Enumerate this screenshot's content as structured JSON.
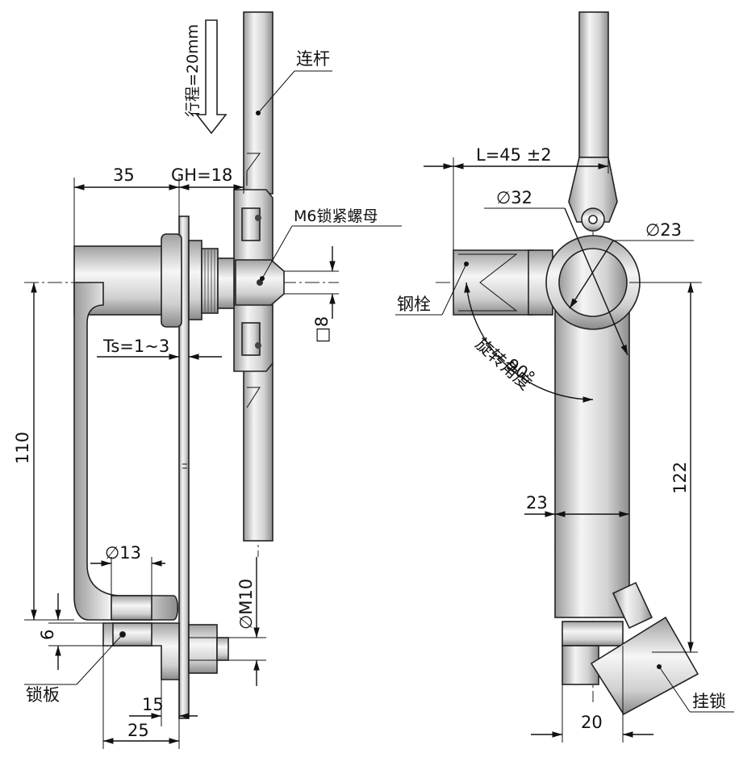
{
  "labels": {
    "stroke": "行程=20mm",
    "link_rod": "连杆",
    "nut": "M6锁紧螺母",
    "bolt": "钢栓",
    "rotation_angle": "旋转角度",
    "angle_value": "90°",
    "lock_plate": "锁板",
    "padlock": "挂锁"
  },
  "dimensions": {
    "d35": "35",
    "gh": "GH=18",
    "ts": "Ts=1~3",
    "d110": "110",
    "sq8": "□8",
    "phi13": "∅13",
    "d6": "6",
    "phiM10": "∅M10",
    "d15": "15",
    "d25": "25",
    "L": "L=45 ±2",
    "phi32": "∅32",
    "phi23": "∅23",
    "d23": "23",
    "d122": "122",
    "d20": "20"
  }
}
